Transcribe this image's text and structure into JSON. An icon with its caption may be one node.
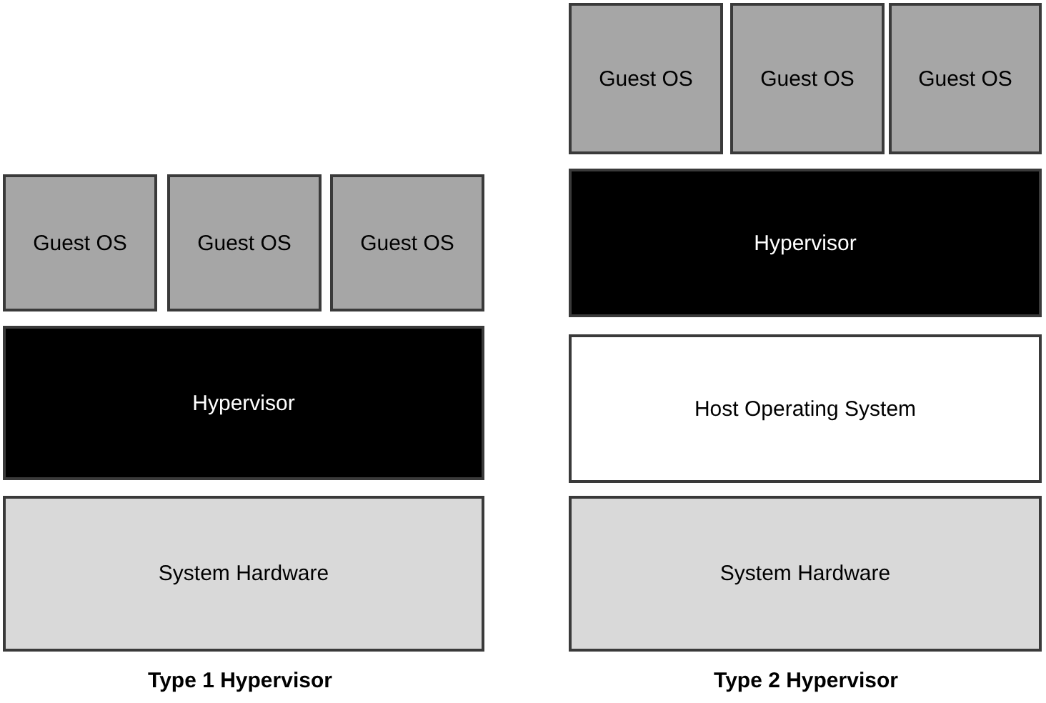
{
  "diagram": {
    "nodes": [
      {
        "text": [
          "Guest OS"
        ]
      },
      {
        "text": [
          "Guest OS"
        ]
      },
      {
        "text": [
          "Guest OS"
        ]
      },
      {
        "text": [
          "Hypervisor"
        ]
      },
      {
        "text": [
          "System Hardware"
        ]
      },
      {
        "text": [
          "Guest OS"
        ]
      },
      {
        "text": [
          "Guest OS"
        ]
      },
      {
        "text": [
          "Guest OS"
        ]
      },
      {
        "text": [
          "Hypervisor"
        ]
      },
      {
        "text": [
          "Host Operating System"
        ]
      },
      {
        "text": [
          "System Hardware"
        ]
      }
    ],
    "labels": [
      "Type 1 Hypervisor",
      "Type 2 Hypervisor"
    ]
  }
}
